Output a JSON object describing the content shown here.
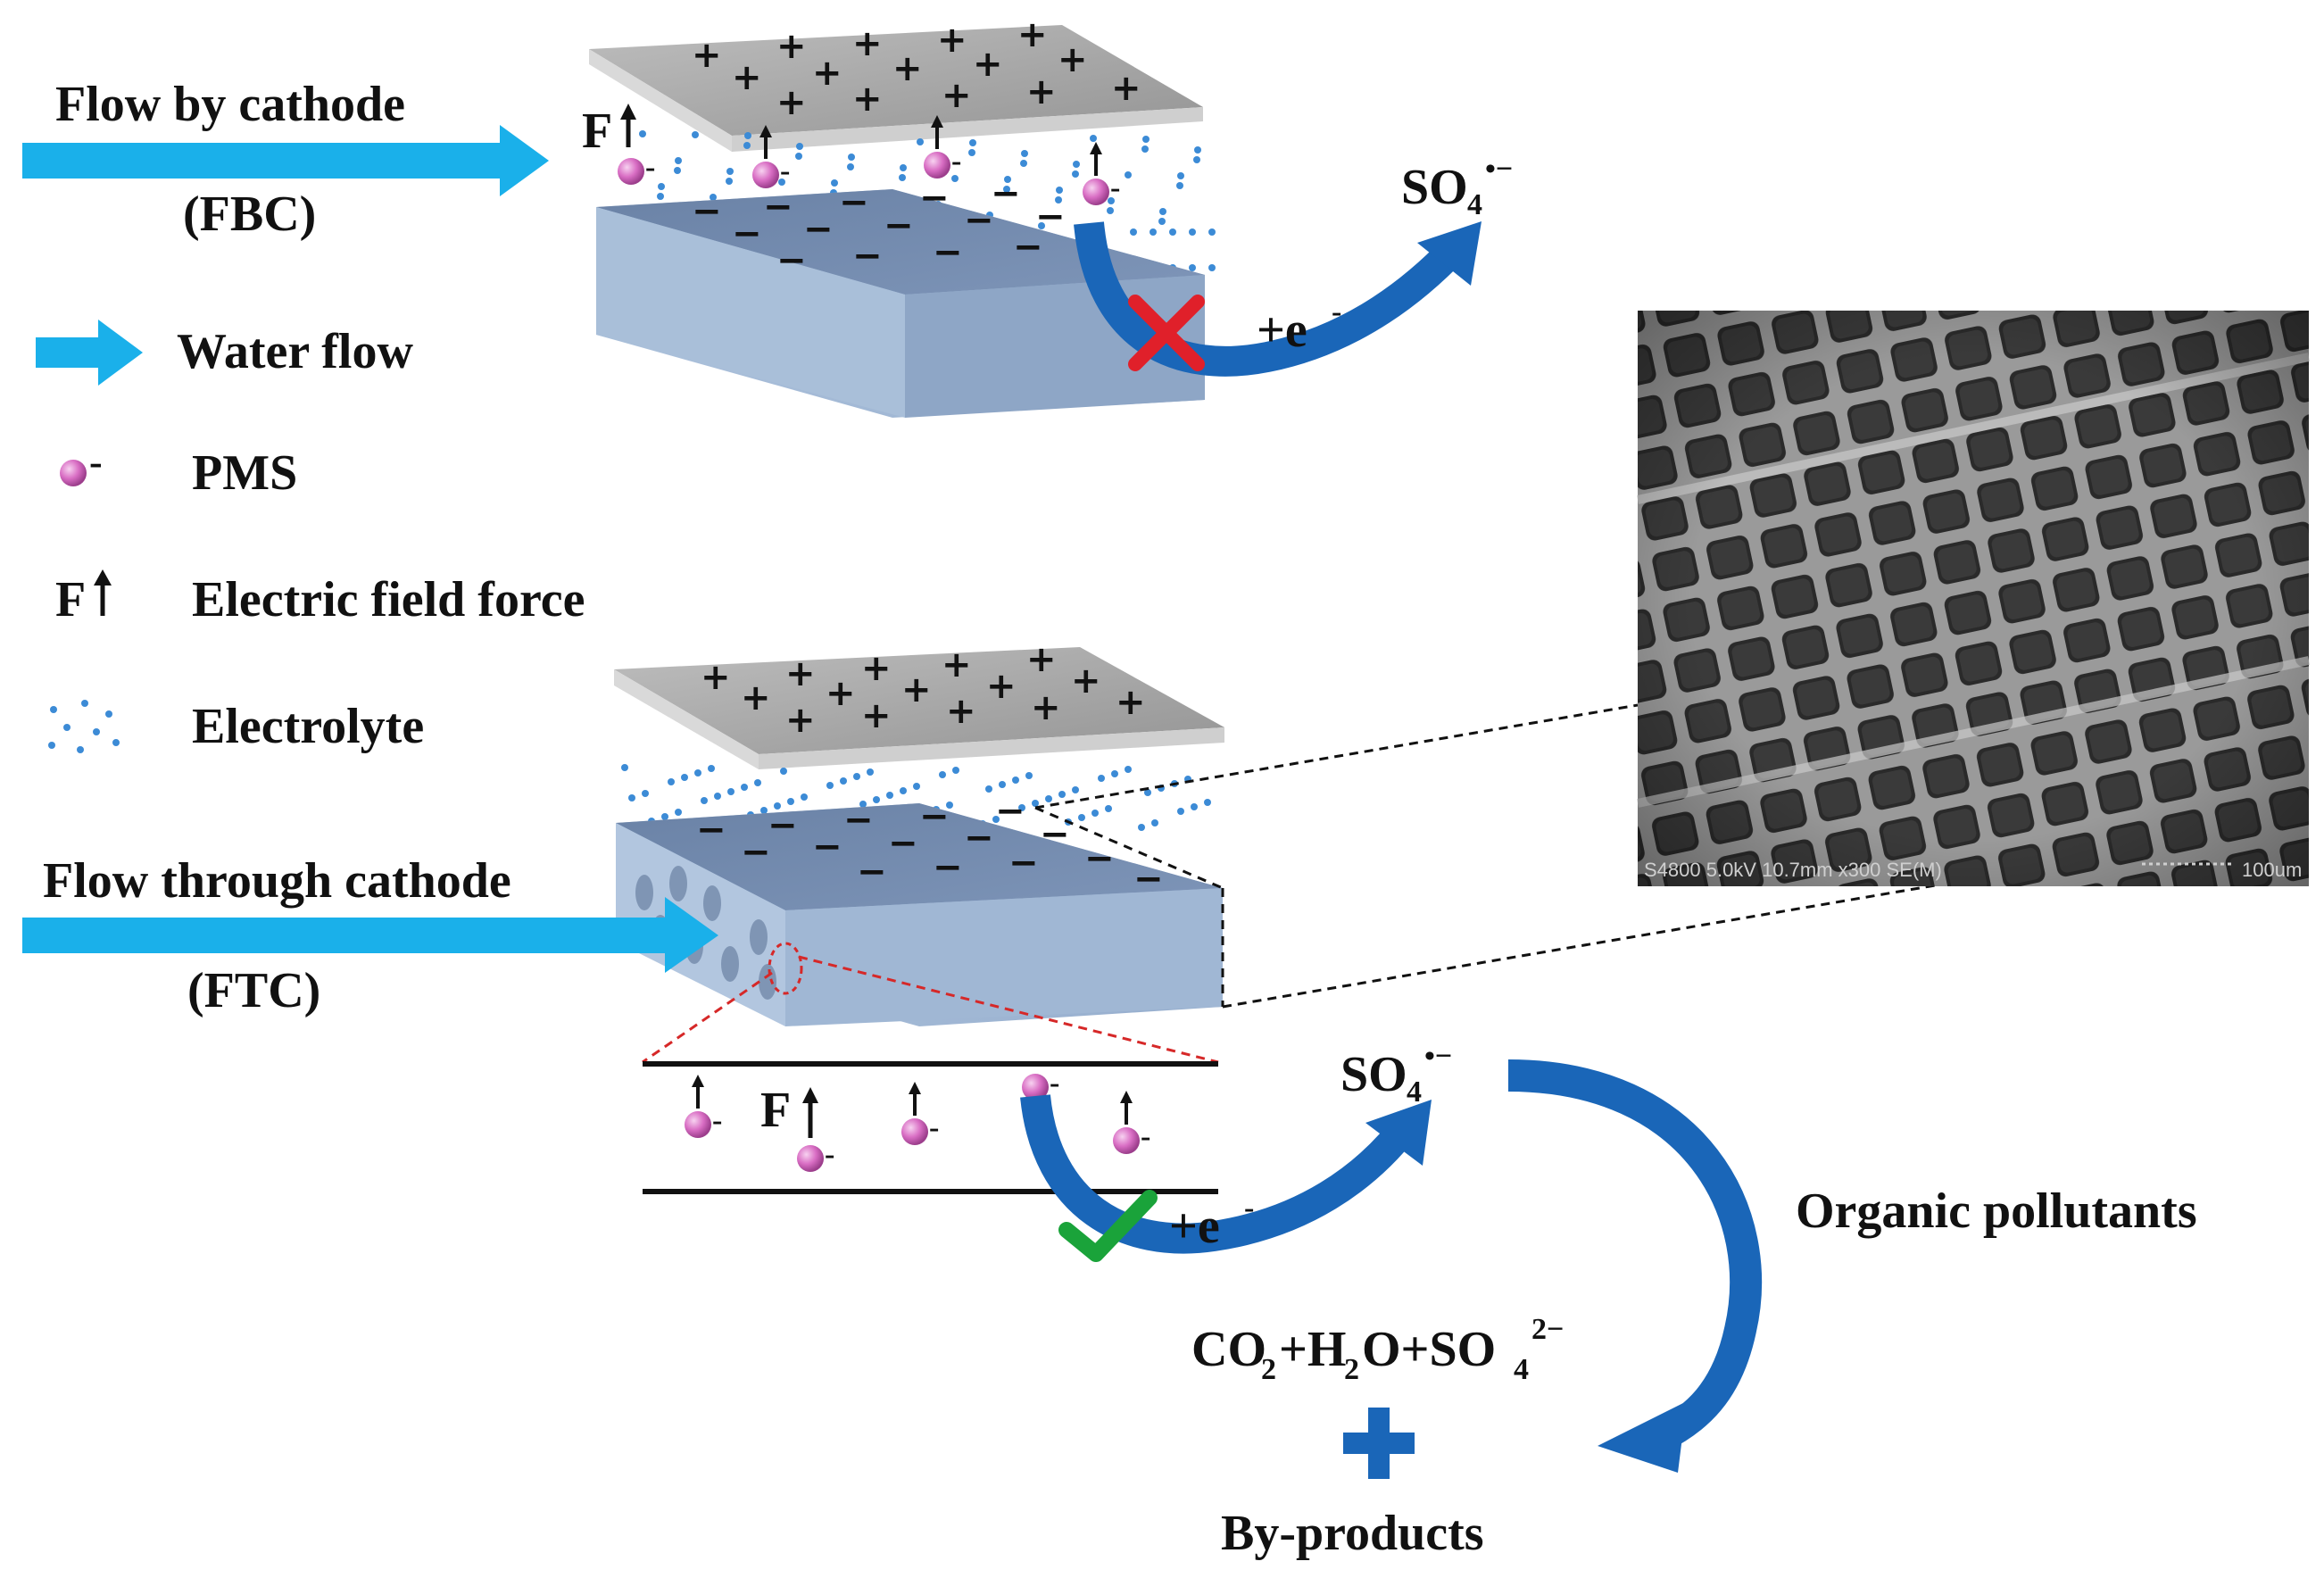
{
  "flows": {
    "fbc": {
      "title": "Flow by cathode",
      "abbr": "(FBC)"
    },
    "ftc": {
      "title": "Flow through cathode",
      "abbr": "(FTC)"
    }
  },
  "legend": {
    "water_flow": "Water flow",
    "pms_symbol": "-",
    "pms": "PMS",
    "force_symbol": "F",
    "electric_field_force": "Electric field force",
    "electrolyte": "Electrolyte"
  },
  "reaction": {
    "radical_base": "SO",
    "radical_sub": "4",
    "radical_sup": "•−",
    "electron": "+e",
    "electron_sup": "-",
    "fbc_status": "blocked",
    "ftc_status": "allowed"
  },
  "products": {
    "organic_pollutants": "Organic pollutants",
    "co2_a": "CO",
    "co2_sub": "2",
    "plus1": "+H",
    "h2_sub": "2",
    "o_plus": "O+SO",
    "so4_sub": "4",
    "so4_sup": "2−",
    "byproducts": "By-products"
  },
  "sem": {
    "info": "S4800 5.0kV 10.7mm x300 SE(M)",
    "scale": "100um"
  },
  "colors": {
    "arrow_light": "#1ab0ea",
    "arrow_dark": "#1a66b8",
    "electrode_top": "#a9a9a9",
    "cathode_top": "#6f87aa",
    "cathode_front": "#a3bad6",
    "particle": "#d96ec4",
    "cross": "#e0202a",
    "check": "#1aa33a"
  }
}
